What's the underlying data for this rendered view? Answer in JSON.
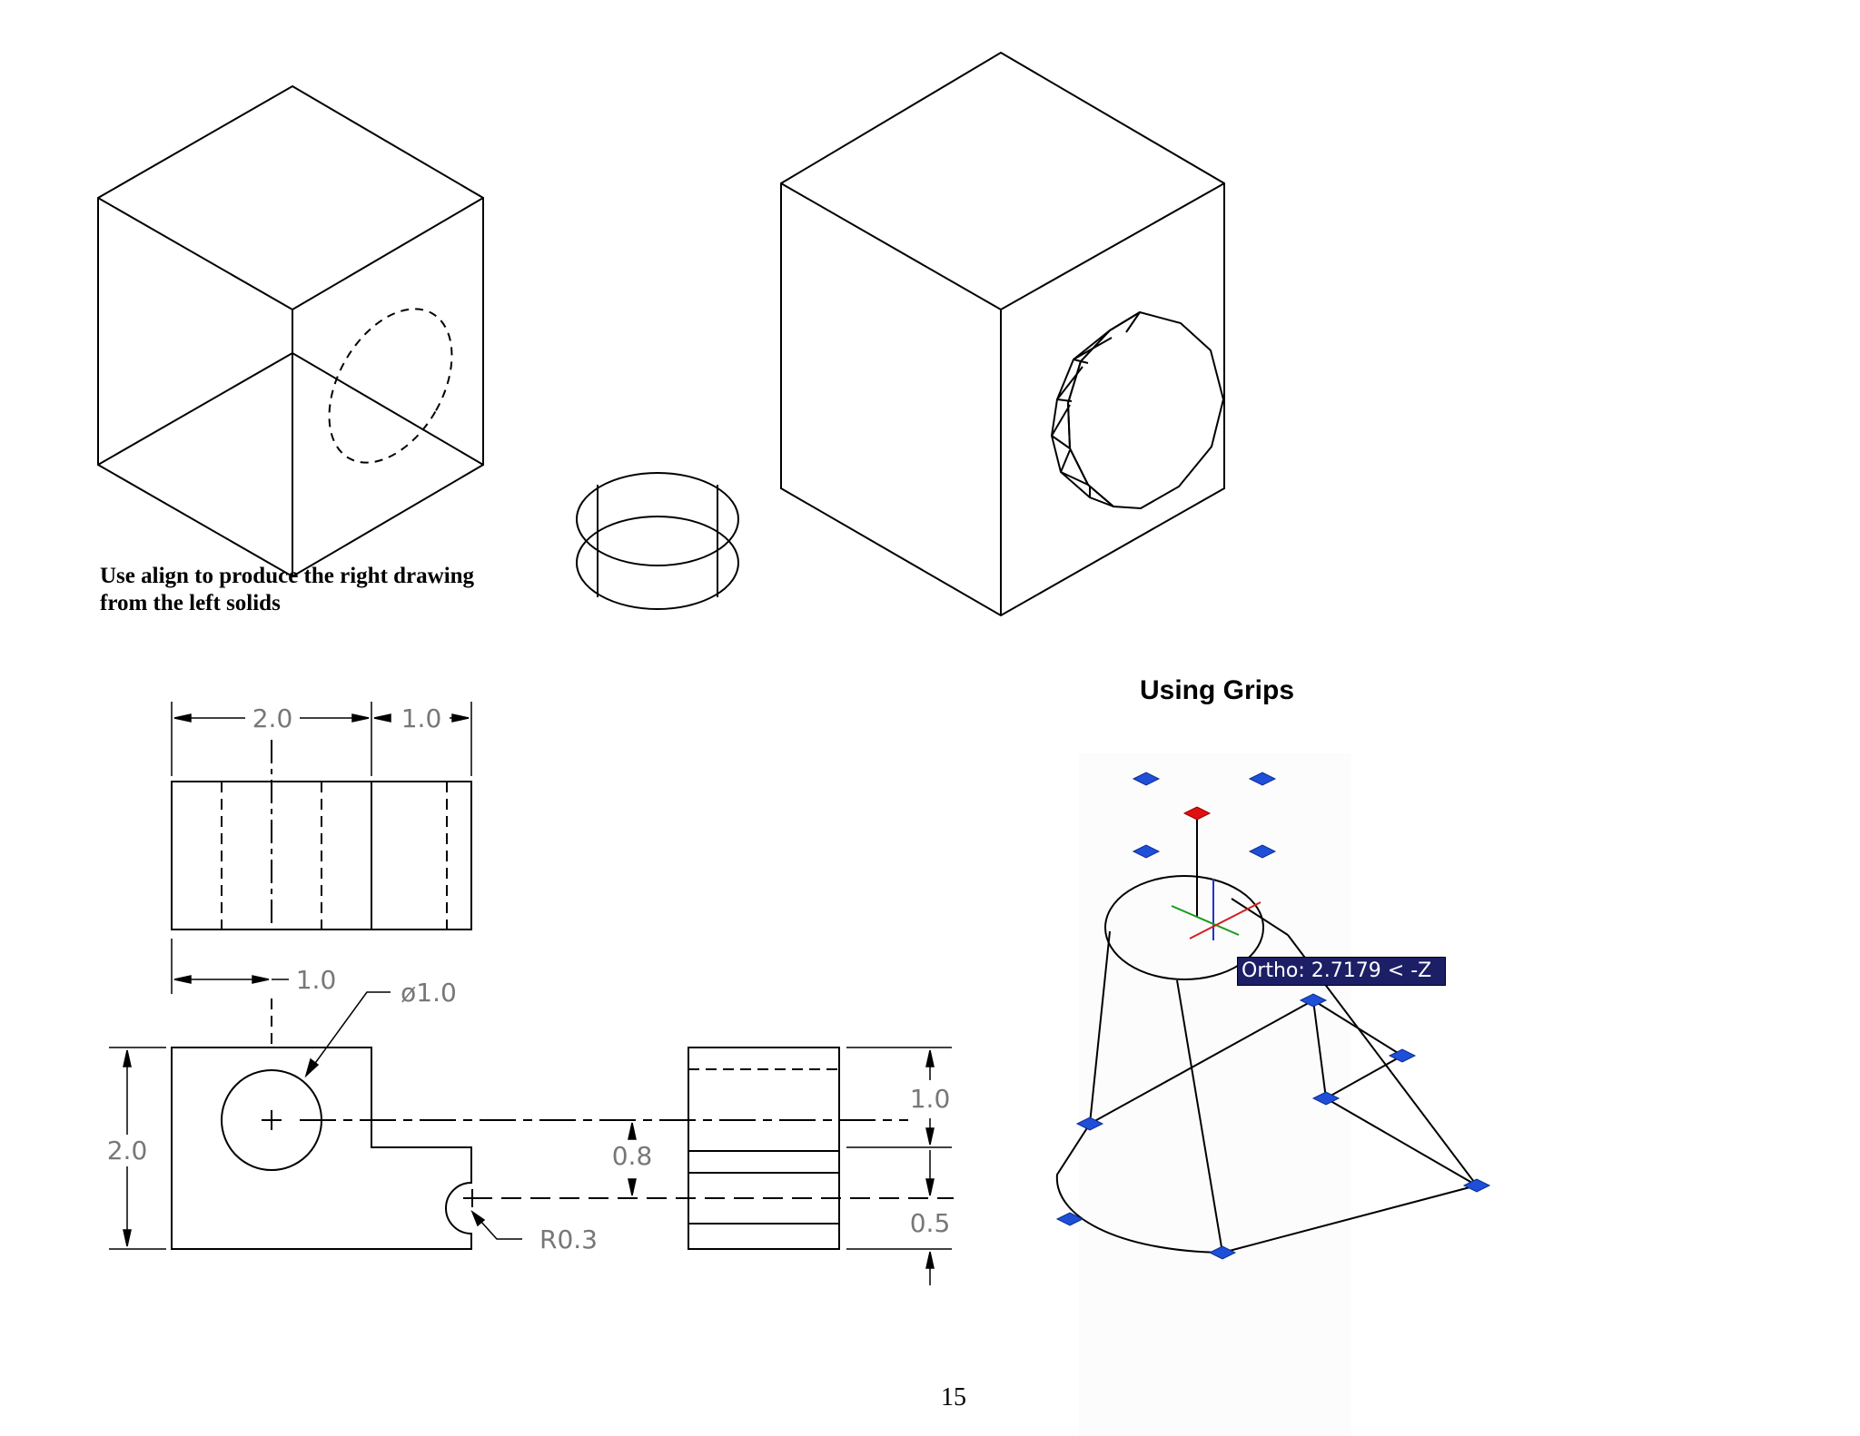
{
  "caption": {
    "line1": "Use align to produce the right drawing",
    "line2": "from the left solids"
  },
  "grips": {
    "title": "Using Grips",
    "tooltip": "Ortho: 2.7179 < -Z",
    "colors": {
      "grip": "#1f4fd8",
      "hot_grip": "#e01010",
      "tooltip_bg": "#1c1f66"
    }
  },
  "dimensions": {
    "top_width_left": "2.0",
    "top_width_right": "1.0",
    "hole_offset": "1.0",
    "hole_diameter": "ø1.0",
    "height": "2.0",
    "notch_height": "0.8",
    "notch_radius": "R0.3",
    "side_upper": "1.0",
    "side_lower": "0.5"
  },
  "page": {
    "number": "15"
  }
}
